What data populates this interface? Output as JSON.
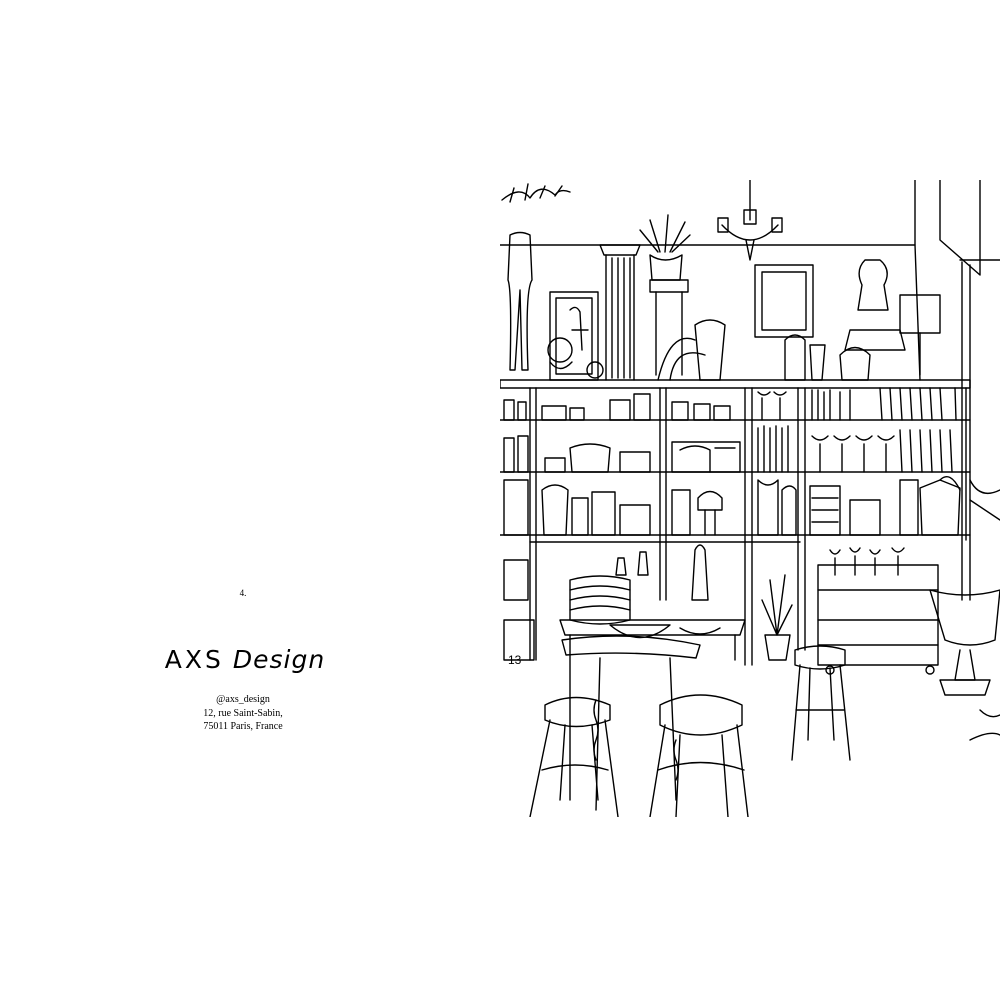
{
  "page": {
    "number": "4.",
    "shop_name_part1": "AXS",
    "shop_name_part2": "Design",
    "handle": "@axs_design",
    "address_line1": "12, rue Saint-Sabin,",
    "address_line2": "75011 Paris, France"
  },
  "illustration": {
    "table_number": "13"
  }
}
